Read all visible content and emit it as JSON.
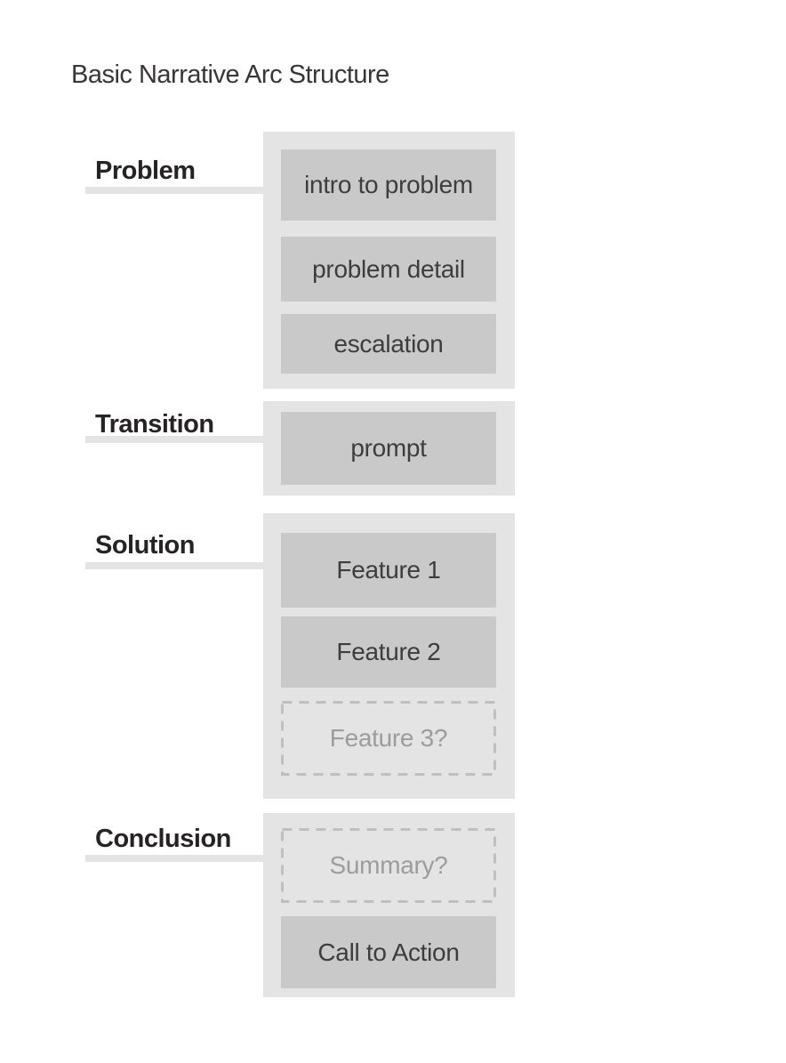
{
  "title": "Basic Narrative Arc Structure",
  "colors": {
    "container_bg": "#e4e4e4",
    "box_bg": "#c9c9c9",
    "box_text": "#3d3d3d",
    "dashed_border": "#bfbfbf",
    "dashed_text": "#9c9c9c",
    "label_text": "#262324",
    "title_text": "#3a3637",
    "rule_bg": "#e4e4e4"
  },
  "sections": [
    {
      "label": "Problem",
      "boxes": [
        {
          "label": "intro to problem",
          "style": "solid"
        },
        {
          "label": "problem detail",
          "style": "solid"
        },
        {
          "label": "escalation",
          "style": "solid"
        }
      ]
    },
    {
      "label": "Transition",
      "boxes": [
        {
          "label": "prompt",
          "style": "solid"
        }
      ]
    },
    {
      "label": "Solution",
      "boxes": [
        {
          "label": "Feature 1",
          "style": "solid"
        },
        {
          "label": "Feature 2",
          "style": "solid"
        },
        {
          "label": "Feature 3?",
          "style": "dashed"
        }
      ]
    },
    {
      "label": "Conclusion",
      "boxes": [
        {
          "label": "Summary?",
          "style": "dashed"
        },
        {
          "label": "Call to Action",
          "style": "solid"
        }
      ]
    }
  ]
}
